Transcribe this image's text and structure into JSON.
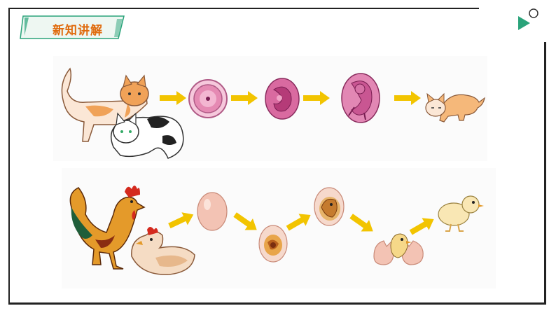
{
  "header": {
    "title": "新知讲解",
    "accent_color": "#2aa37a",
    "title_color": "#e06b0d"
  },
  "rows": [
    {
      "name": "cat-development",
      "stages": [
        "adult-cats",
        "zygote",
        "early-embryo",
        "fetus",
        "kitten"
      ]
    },
    {
      "name": "chicken-development",
      "stages": [
        "adult-chickens",
        "egg",
        "egg-embryo",
        "egg-late-embryo",
        "hatching-chick",
        "chick"
      ]
    }
  ],
  "arrow_color": "#f2c400"
}
